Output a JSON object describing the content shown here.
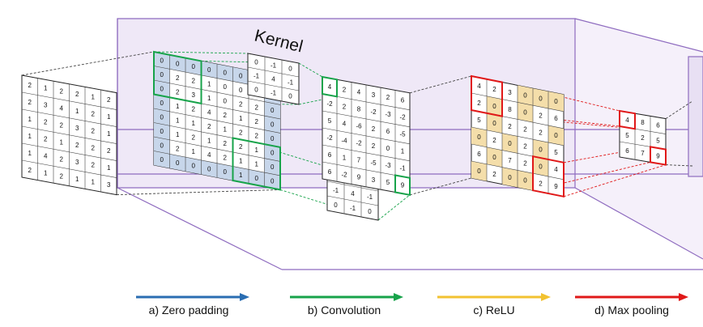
{
  "kernel_label": "Kernel",
  "colors": {
    "zero_padding": "#2a6db2",
    "convolution": "#17a34a",
    "relu": "#f2c230",
    "max_pooling": "#e01818",
    "volume": "#8e6bbf",
    "padding_fill": "#c7d6ea",
    "relu_fill": "#f4deaa"
  },
  "legend": [
    {
      "label": "a) Zero padding",
      "color": "#2a6db2"
    },
    {
      "label": "b) Convolution",
      "color": "#17a34a"
    },
    {
      "label": "c) ReLU",
      "color": "#f2c230"
    },
    {
      "label": "d) Max pooling",
      "color": "#e01818"
    }
  ],
  "input_matrix": [
    [
      "2",
      "1",
      "2",
      "2",
      "1",
      "2"
    ],
    [
      "2",
      "3",
      "4",
      "1",
      "2",
      "1"
    ],
    [
      "1",
      "2",
      "2",
      "3",
      "2",
      "1"
    ],
    [
      "1",
      "2",
      "1",
      "2",
      "2",
      "2"
    ],
    [
      "1",
      "4",
      "2",
      "3",
      "2",
      "1"
    ],
    [
      "2",
      "1",
      "2",
      "1",
      "1",
      "3"
    ]
  ],
  "padded_matrix": [
    [
      "0",
      "0",
      "0",
      "0",
      "0",
      "0",
      "0",
      "0"
    ],
    [
      "0",
      "2",
      "2",
      "1",
      "0",
      "0",
      "0",
      "0"
    ],
    [
      "0",
      "2",
      "3",
      "1",
      "0",
      "2",
      "2",
      "0"
    ],
    [
      "0",
      "1",
      "2",
      "4",
      "2",
      "1",
      "2",
      "0"
    ],
    [
      "0",
      "1",
      "1",
      "2",
      "1",
      "2",
      "2",
      "0"
    ],
    [
      "0",
      "1",
      "2",
      "1",
      "2",
      "2",
      "1",
      "0"
    ],
    [
      "0",
      "2",
      "1",
      "4",
      "2",
      "1",
      "1",
      "0"
    ],
    [
      "0",
      "0",
      "0",
      "0",
      "0",
      "1",
      "0",
      "0"
    ]
  ],
  "kernel_top": [
    [
      "0",
      "-1",
      "0"
    ],
    [
      "-1",
      "4",
      "-1"
    ],
    [
      "0",
      "-1",
      "0"
    ]
  ],
  "kernel_bottom": [
    [
      "0",
      "-1",
      "0"
    ],
    [
      "-1",
      "4",
      "-1"
    ],
    [
      "0",
      "-1",
      "0"
    ]
  ],
  "conv_output": [
    [
      "4",
      "2",
      "4",
      "3",
      "2",
      "6"
    ],
    [
      "-2",
      "2",
      "8",
      "-2",
      "-3",
      "-2"
    ],
    [
      "5",
      "4",
      "-6",
      "2",
      "6",
      "-5"
    ],
    [
      "-2",
      "-4",
      "-2",
      "2",
      "0",
      "1"
    ],
    [
      "6",
      "1",
      "7",
      "-5",
      "-3",
      "-1"
    ],
    [
      "6",
      "-2",
      "9",
      "3",
      "5",
      "9"
    ]
  ],
  "relu_output": [
    [
      "4",
      "2",
      "3",
      "0",
      "0",
      "0"
    ],
    [
      "2",
      "0",
      "8",
      "0",
      "2",
      "6"
    ],
    [
      "5",
      "0",
      "2",
      "2",
      "2",
      "0"
    ],
    [
      "0",
      "2",
      "0",
      "2",
      "0",
      "5"
    ],
    [
      "6",
      "0",
      "7",
      "2",
      "0",
      "4"
    ],
    [
      "0",
      "2",
      "0",
      "0",
      "2",
      "9"
    ]
  ],
  "pooled_output": [
    [
      "4",
      "8",
      "6"
    ],
    [
      "5",
      "2",
      "5"
    ],
    [
      "6",
      "7",
      "9"
    ]
  ]
}
